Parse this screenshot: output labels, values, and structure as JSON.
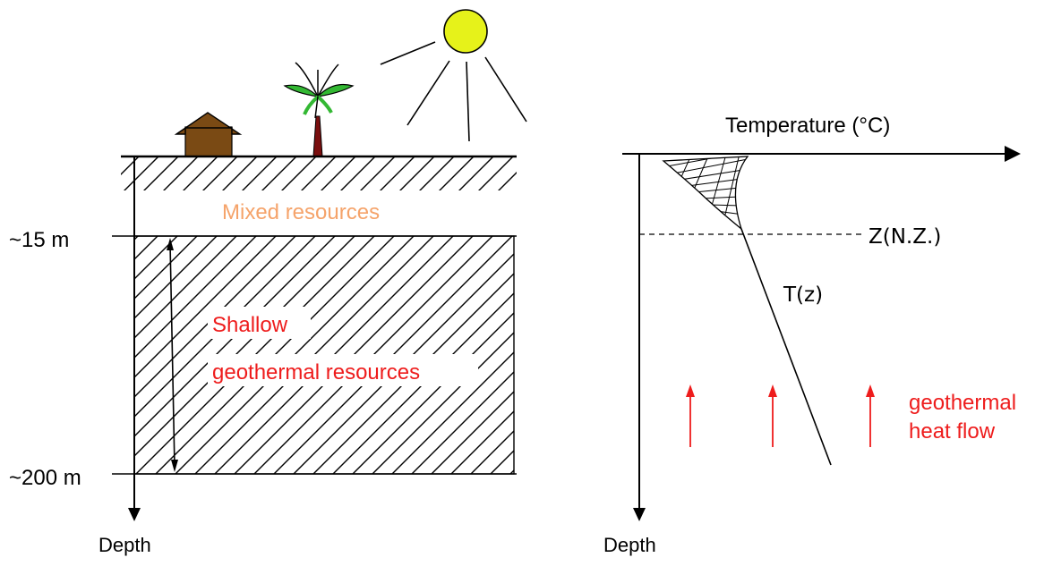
{
  "left_diagram": {
    "depth_15": "~15 m",
    "depth_200": "~200 m",
    "depth_axis": "Depth",
    "mixed_resources": "Mixed resources",
    "shallow_line1": "Shallow",
    "shallow_line2": "geothermal resources"
  },
  "right_diagram": {
    "temperature_axis": "Temperature (°C)",
    "depth_axis": "Depth",
    "neutral_zone": "Z(N.Z.)",
    "temperature_profile": "T(z)",
    "heat_flow_line1": "geothermal",
    "heat_flow_line2": "heat flow"
  },
  "colors": {
    "mixed_label": "#f5a36a",
    "red_label": "#ee1c1c",
    "sun": "#e6f21a",
    "house": "#7a4a14",
    "palm_leaves": "#33b833",
    "palm_trunk": "#7a0f0f",
    "ink": "#000000"
  }
}
